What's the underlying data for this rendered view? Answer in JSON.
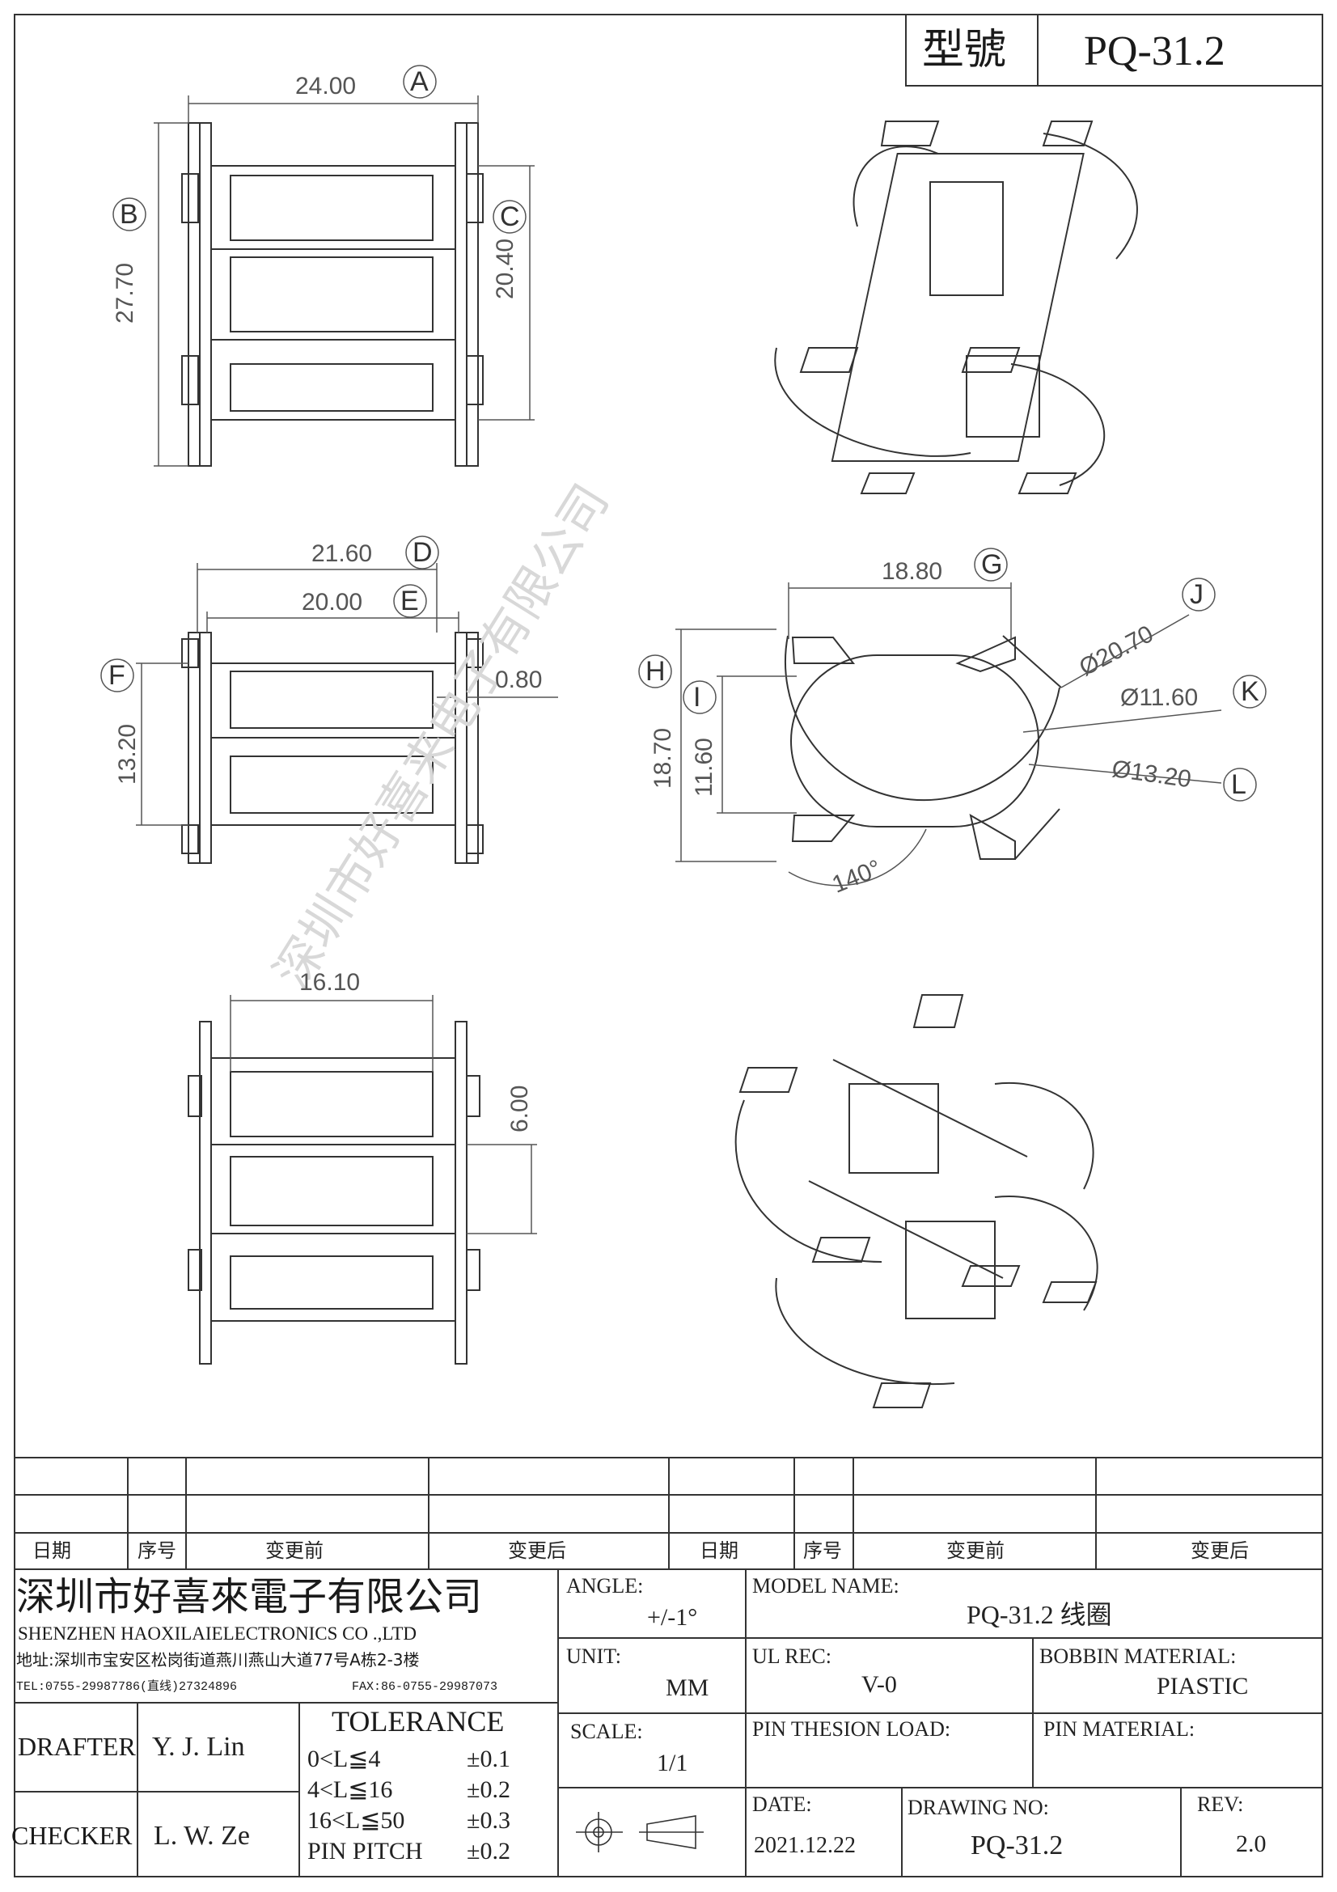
{
  "title_block": {
    "label": "型號",
    "model": "PQ-31.2"
  },
  "dimensions": {
    "A": "24.00",
    "A_tag": "A",
    "B": "27.70",
    "B_tag": "B",
    "C": "20.40",
    "C_tag": "C",
    "D": "21.60",
    "D_tag": "D",
    "E": "20.00",
    "E_tag": "E",
    "F": "13.20",
    "F_tag": "F",
    "gap": "0.80",
    "G": "18.80",
    "G_tag": "G",
    "H": "18.70",
    "H_tag": "H",
    "I": "11.60",
    "I_tag": "I",
    "J": "Ø20.70",
    "J_tag": "J",
    "K": "Ø11.60",
    "K_tag": "K",
    "L": "Ø13.20",
    "L_tag": "L",
    "angle": "140°",
    "bottom_width": "16.10",
    "bottom_height": "6.00"
  },
  "watermark": "深圳市好喜来电子有限公司",
  "revision_header": {
    "date": "日期",
    "seq": "序号",
    "before": "变更前",
    "after": "变更后",
    "date2": "日期",
    "seq2": "序号",
    "before2": "变更前",
    "after2": "变更后"
  },
  "company": {
    "name_cn": "深圳市好喜來電子有限公司",
    "name_en": "SHENZHEN HAOXILAIELECTRONICS CO .,LTD",
    "address": "地址:深圳市宝安区松岗街道燕川燕山大道77号A栋2-3楼",
    "tel": "TEL:0755-29987786(直线)27324896",
    "fax": "FAX:86-0755-29987073"
  },
  "fields": {
    "angle_label": "ANGLE:",
    "angle_value": "+/-1°",
    "model_name_label": "MODEL NAME:",
    "model_name_value": "PQ-31.2 线圈",
    "unit_label": "UNIT:",
    "unit_value": "MM",
    "ul_label": "UL REC:",
    "ul_value": "V-0",
    "bobbin_label": "BOBBIN MATERIAL:",
    "bobbin_value": "PIASTIC",
    "scale_label": "SCALE:",
    "scale_value": "1/1",
    "pin_tension_label": "PIN THESION LOAD:",
    "pin_material_label": "PIN MATERIAL:",
    "date_label": "DATE:",
    "date_value": "2021.12.22",
    "drawing_no_label": "DRAWING NO:",
    "drawing_no_value": "PQ-31.2",
    "rev_label": "REV:",
    "rev_value": "2.0"
  },
  "people": {
    "drafter_label": "DRAFTER",
    "drafter_value": "Y. J. Lin",
    "checker_label": "CHECKER",
    "checker_value": "L. W. Ze"
  },
  "tolerance": {
    "title": "TOLERANCE",
    "rows": [
      {
        "range": "0<L≦4",
        "value": "±0.1"
      },
      {
        "range": "4<L≦16",
        "value": "±0.2"
      },
      {
        "range": "16<L≦50",
        "value": "±0.3"
      },
      {
        "range": "PIN PITCH",
        "value": "±0.2"
      }
    ]
  }
}
